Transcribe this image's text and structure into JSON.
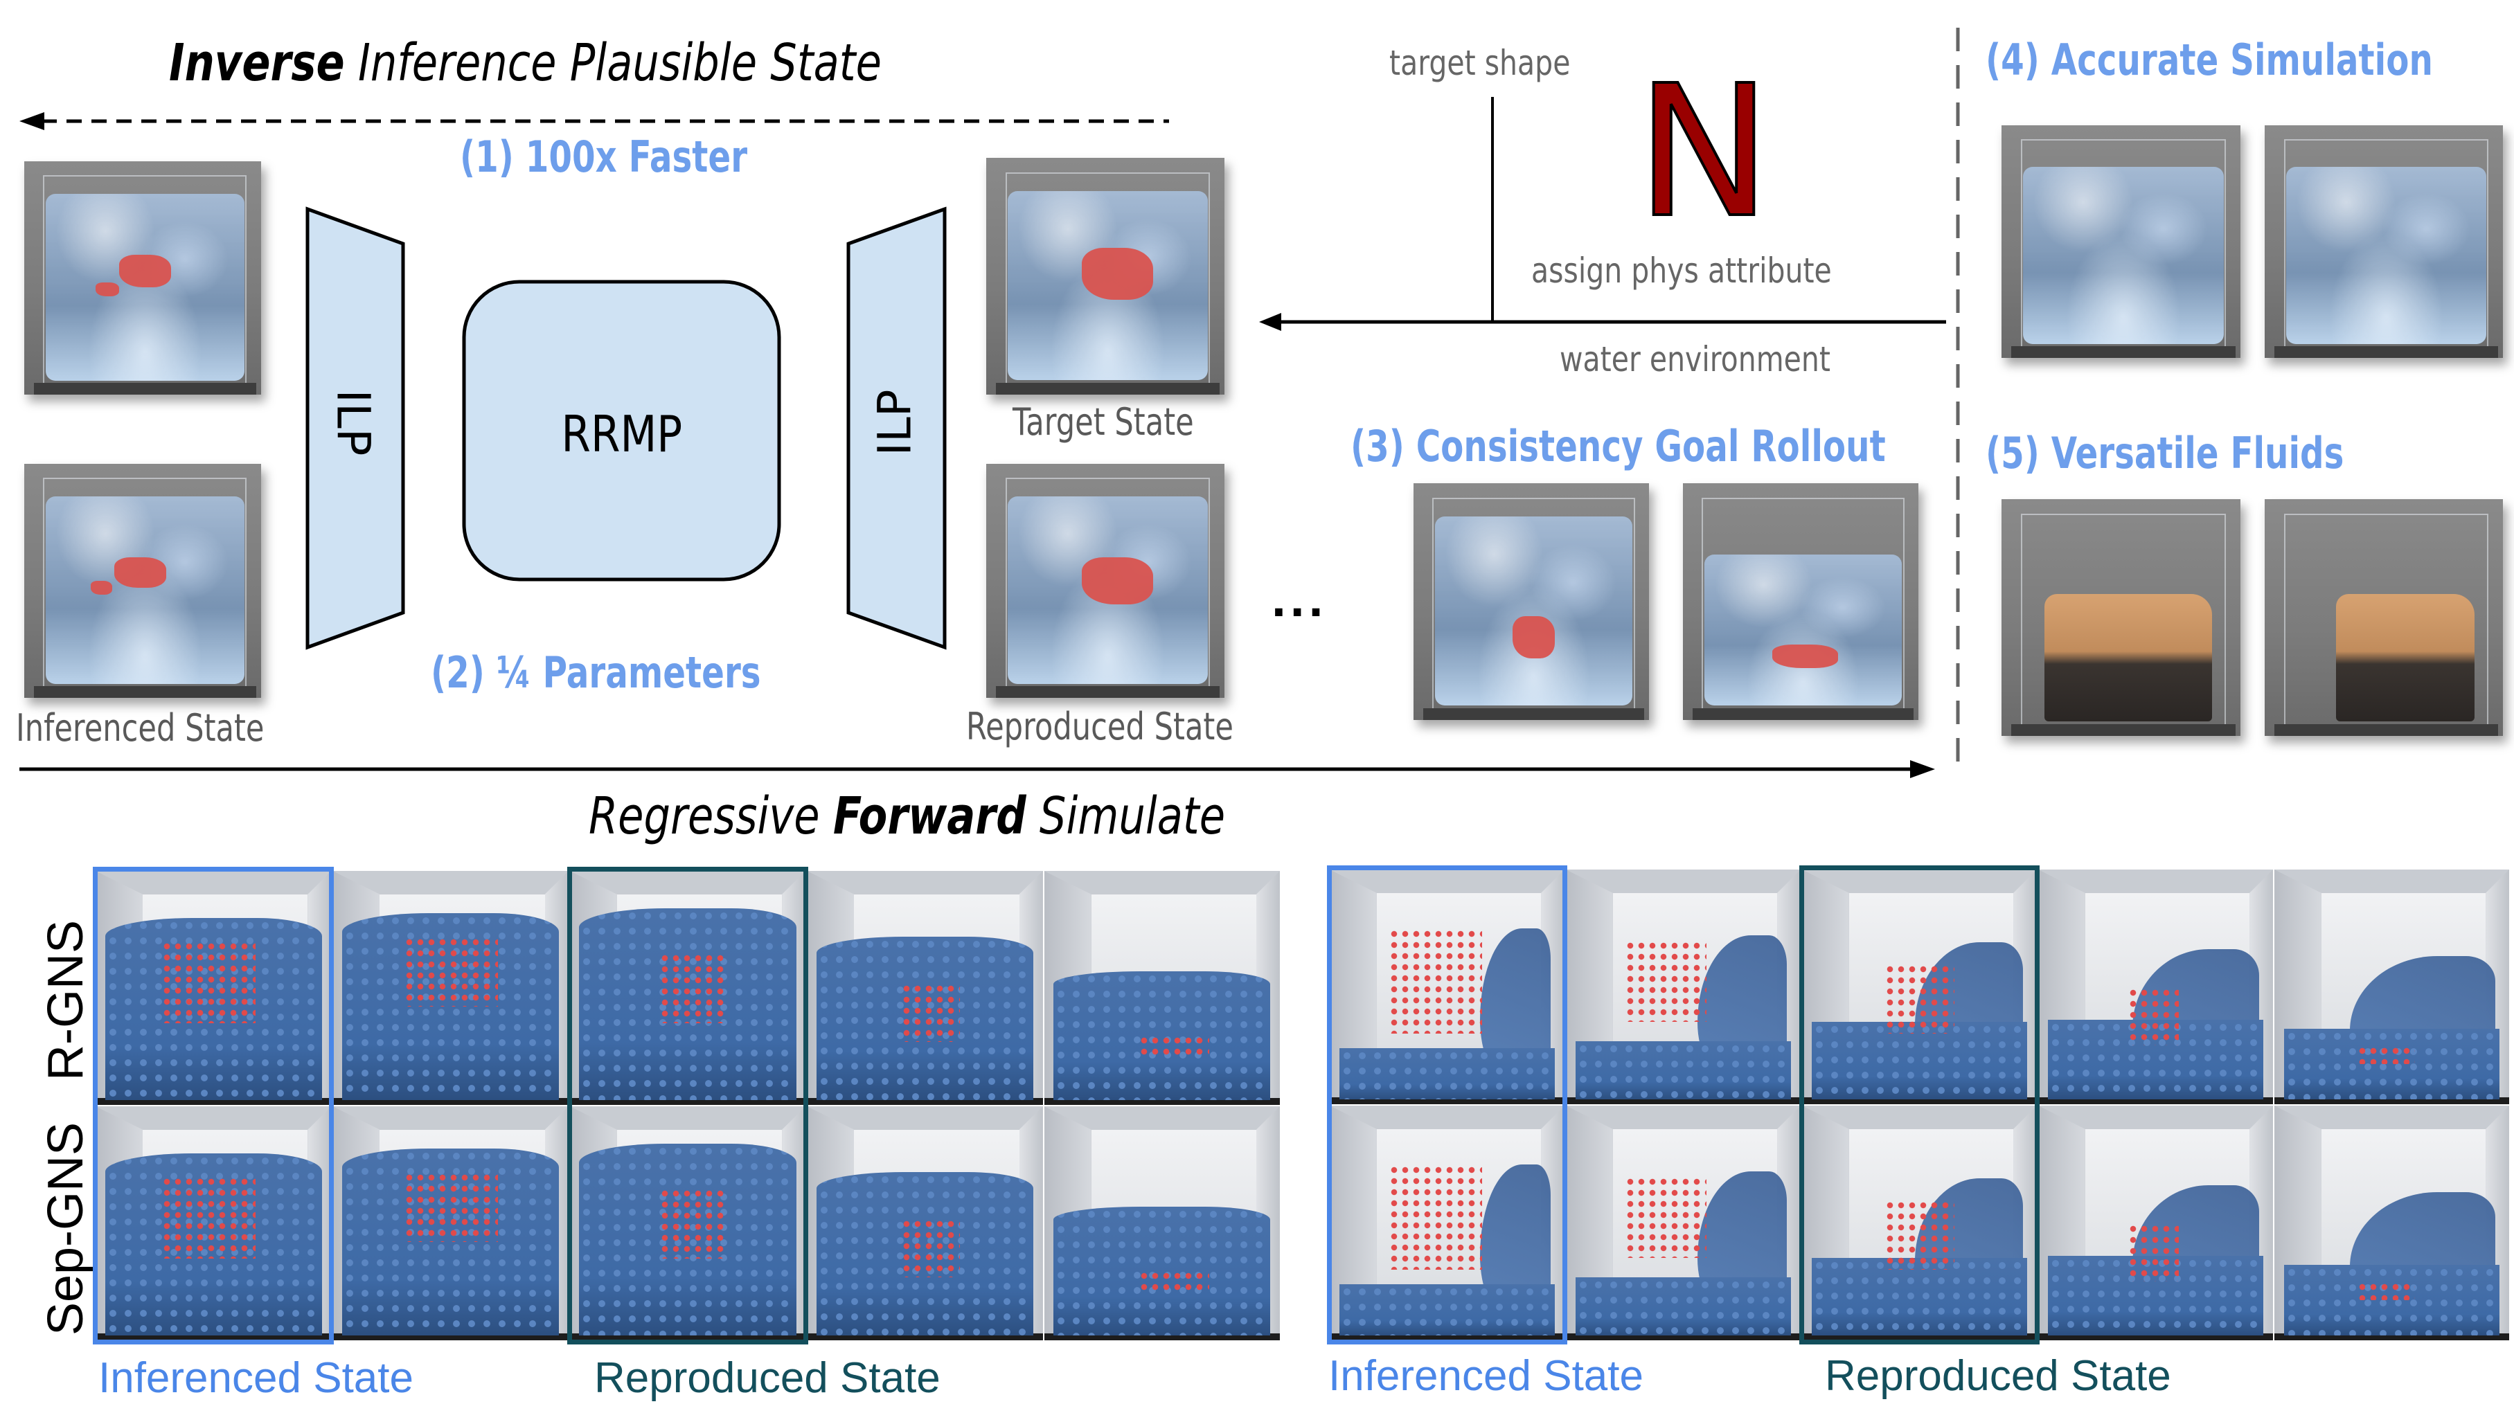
{
  "header": {
    "inverse_title_bold": "Inverse",
    "inverse_title_rest": " Inference Plausible State",
    "forward_title_pre": "Regressive ",
    "forward_title_bold": "Forward",
    "forward_title_post": " Simulate"
  },
  "pipeline": {
    "feature1": "(1) 100x Faster",
    "feature2": "(2) ¼ Parameters",
    "encoder_label": "ILP",
    "core_label": "RRMP",
    "decoder_label": "ILP",
    "left_caption": "Inferenced State",
    "target_caption": "Target State",
    "reproduced_caption": "Reproduced State",
    "ellipsis": "..."
  },
  "target_spec": {
    "target_shape_label": "target shape",
    "shape_letter": "N",
    "shape_color": "#990000",
    "assign_label": "assign phys attribute",
    "environment_label": "water environment"
  },
  "features": {
    "consistency": "(3) Consistency Goal Rollout",
    "accurate": "(4) Accurate Simulation",
    "versatile": "(5) Versatile Fluids"
  },
  "comparison": {
    "rows": [
      "R-GNS",
      "Sep-GNS"
    ],
    "inferenced_label": "Inferenced State",
    "reproduced_label": "Reproduced State",
    "inferenced_color": "#4a86e8",
    "reproduced_color": "#134f5c"
  },
  "colors": {
    "feature_blue": "#6d9eeb",
    "box_fill": "#cfe2f3",
    "caption_gray": "#595959"
  }
}
